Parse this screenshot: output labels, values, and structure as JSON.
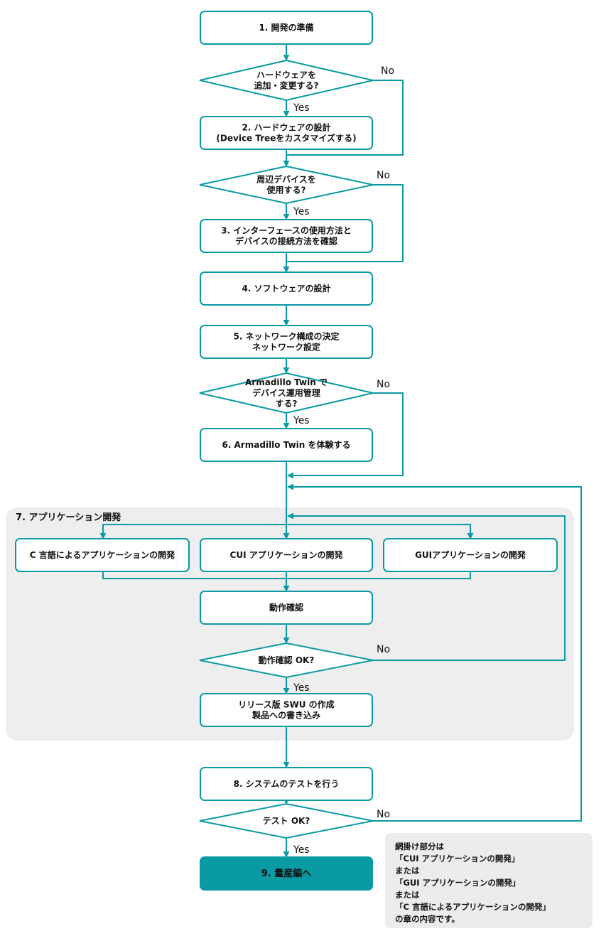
{
  "colors": {
    "accent": "#0a9aa4",
    "final_fill": "#0a9aa4",
    "group_fill": "#eeeeee",
    "note_fill": "#ececec"
  },
  "steps": {
    "s1": {
      "lines": [
        "1. 開発の準備"
      ]
    },
    "d_hw": {
      "lines": [
        "ハードウェアを",
        "追加・変更する?"
      ]
    },
    "s2": {
      "lines": [
        "2. ハードウェアの設計",
        "(Device Treeをカスタマイズする)"
      ]
    },
    "d_dev": {
      "lines": [
        "周辺デバイスを",
        "使用する?"
      ]
    },
    "s3": {
      "lines": [
        "3. インターフェースの使用方法と",
        "デバイスの接続方法を確認"
      ]
    },
    "s4": {
      "lines": [
        "4. ソフトウェアの設計"
      ]
    },
    "s5": {
      "lines": [
        "5. ネットワーク構成の決定",
        "ネットワーク設定"
      ]
    },
    "d_twin": {
      "lines": [
        "Armadillo Twin で",
        "デバイス運用管理",
        "する?"
      ]
    },
    "s6": {
      "lines": [
        "6. Armadillo Twin を体験する"
      ]
    },
    "c_app": {
      "lines": [
        "C 言語によるアプリケーションの開発"
      ]
    },
    "cui_app": {
      "lines": [
        "CUI アプリケーションの開発"
      ]
    },
    "gui_app": {
      "lines": [
        "GUIアプリケーションの開発"
      ]
    },
    "verify": {
      "lines": [
        "動作確認"
      ]
    },
    "d_ok": {
      "lines": [
        "動作確認 OK?"
      ]
    },
    "release": {
      "lines": [
        "リリース版 SWU の作成",
        "製品への書き込み"
      ]
    },
    "s8": {
      "lines": [
        "8. システムのテストを行う"
      ]
    },
    "d_test": {
      "lines": [
        "テスト OK?"
      ]
    },
    "s9": {
      "lines": [
        "9. 量産編へ"
      ]
    }
  },
  "group_label": "7. アプリケーション開発",
  "edge_labels": {
    "yes": "Yes",
    "no": "No"
  },
  "note_lines": [
    "網掛け部分は",
    "「CUI アプリケーションの開発」",
    "または",
    "「GUI アプリケーションの開発」",
    "または",
    "「C 言語によるアプリケーションの開発」",
    "の章の内容です。"
  ]
}
